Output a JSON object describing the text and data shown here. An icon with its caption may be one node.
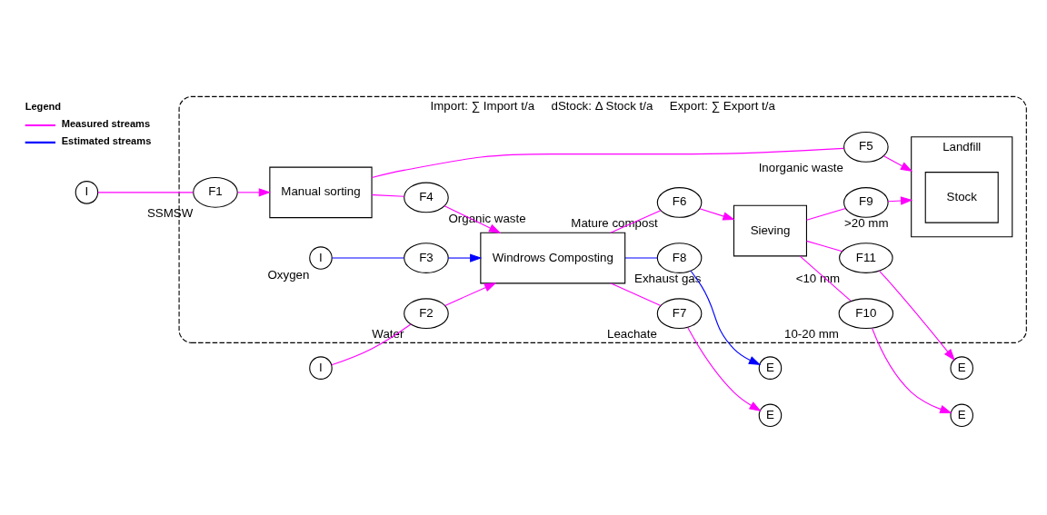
{
  "diagram": {
    "nodes": [
      {
        "text": [
          "Import: ∑ Import t/a",
          "dStock: Δ Stock t/a",
          "Export: ∑ Export t/a"
        ]
      },
      {
        "text": [
          "I"
        ]
      },
      {
        "text": [
          "F2"
        ],
        "beside": [
          "Water"
        ],
        "in": 0
      },
      {
        "text": [
          "I"
        ],
        "beside": [
          "Oxygen"
        ],
        "in": 0
      },
      {
        "text": [
          "F3"
        ],
        "in": 0
      },
      {
        "text": [
          "F8"
        ],
        "beside": [
          "Exhaust gas"
        ],
        "in": 0
      },
      {
        "text": [
          "E"
        ]
      },
      {
        "text": [
          "F7"
        ],
        "beside": [
          "Leachate"
        ],
        "in": 0
      },
      {
        "text": [
          "E"
        ]
      },
      {
        "text": [
          "I"
        ]
      },
      {
        "text": [
          "F1"
        ],
        "beside": [
          "SSMSW"
        ],
        "in": 0
      },
      {
        "text": [
          "Manual sorting"
        ],
        "in": 0
      },
      {
        "text": [
          "F4"
        ],
        "beside": [
          "Organic waste"
        ],
        "in": 0
      },
      {
        "text": [
          "Windrows Composting"
        ],
        "in": 0
      },
      {
        "text": [
          "F6"
        ],
        "beside": [
          "Mature compost"
        ],
        "in": 0
      },
      {
        "text": [
          "Sieving"
        ],
        "in": 0
      },
      {
        "text": [
          "F11"
        ],
        "beside": [
          "<10 mm"
        ],
        "in": 0
      },
      {
        "text": [
          "E"
        ]
      },
      {
        "text": [
          "F10"
        ],
        "beside": [
          "10-20 mm"
        ],
        "in": 0
      },
      {
        "text": [
          "E"
        ]
      },
      {
        "text": [
          "F5"
        ],
        "beside": [
          "Inorganic waste"
        ],
        "in": 0
      },
      {
        "text": [
          "F9"
        ],
        "beside": [
          ">20 mm"
        ],
        "in": 0
      },
      {
        "text": [
          "Landfill"
        ],
        "in": 0
      },
      {
        "text": [
          "Stock"
        ],
        "in": 22
      }
    ],
    "edges": [
      {
        "from": 1,
        "to": 2,
        "arrow": "none"
      },
      {
        "from": 2,
        "to": 13,
        "arrow": "to"
      },
      {
        "from": 3,
        "to": 4,
        "arrow": "none",
        "color": "#0000ff"
      },
      {
        "from": 4,
        "to": 13,
        "arrow": "to",
        "color": "#0000ff"
      },
      {
        "from": 13,
        "to": 5,
        "arrow": "none",
        "color": "#0000ff"
      },
      {
        "from": 5,
        "to": 6,
        "arrow": "to",
        "color": "#0000ff"
      },
      {
        "from": 13,
        "to": 7,
        "arrow": "none"
      },
      {
        "from": 7,
        "to": 8,
        "arrow": "to"
      },
      {
        "from": 9,
        "to": 10,
        "arrow": "none"
      },
      {
        "from": 10,
        "to": 11,
        "arrow": "to"
      },
      {
        "from": 11,
        "to": 12,
        "arrow": "none"
      },
      {
        "from": 12,
        "to": 13,
        "arrow": "to"
      },
      {
        "from": 13,
        "to": 14,
        "arrow": "none"
      },
      {
        "from": 14,
        "to": 15,
        "arrow": "to"
      },
      {
        "from": 15,
        "to": 16,
        "arrow": "none"
      },
      {
        "from": 16,
        "to": 17,
        "arrow": "to"
      },
      {
        "from": 15,
        "to": 18,
        "arrow": "none"
      },
      {
        "from": 18,
        "to": 19,
        "arrow": "to"
      },
      {
        "from": 11,
        "to": 20,
        "arrow": "none"
      },
      {
        "from": 20,
        "to": 22,
        "arrow": "to"
      },
      {
        "from": 15,
        "to": 21,
        "arrow": "none"
      },
      {
        "from": 21,
        "to": 22,
        "arrow": "to"
      }
    ],
    "labels": [
      "Legend"
    ],
    "legend": [
      {
        "text": "Measured streams"
      },
      {
        "text": "Estimated streams"
      }
    ]
  }
}
